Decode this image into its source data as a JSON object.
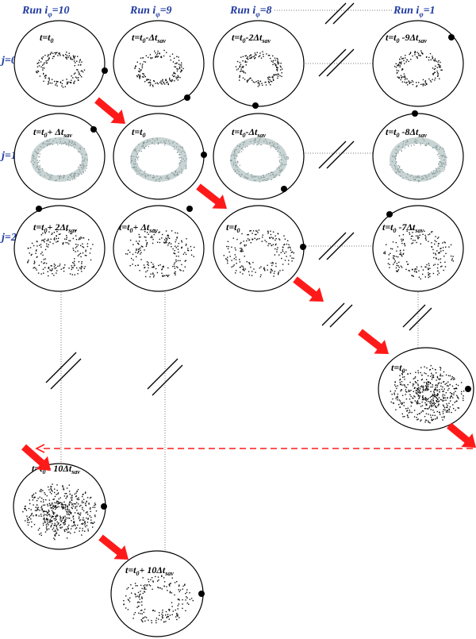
{
  "headers": [
    {
      "id": "run-10",
      "pre": "Run i",
      "sub": "φ",
      "post": "=10"
    },
    {
      "id": "run-9",
      "pre": "Run i",
      "sub": "φ",
      "post": "=9"
    },
    {
      "id": "run-8",
      "pre": "Run i",
      "sub": "φ",
      "post": "=8"
    },
    {
      "id": "run-1",
      "pre": "Run i",
      "sub": "φ",
      "post": "=1"
    }
  ],
  "rows": [
    {
      "id": "j0",
      "label": "j=0"
    },
    {
      "id": "j1",
      "label": "j=1"
    },
    {
      "id": "j2",
      "label": "j=2"
    }
  ],
  "nodes": [
    {
      "id": "r10-j0",
      "label": [
        {
          "t": "t=t"
        },
        {
          "s": "0"
        }
      ],
      "texture": "dots-ring"
    },
    {
      "id": "r9-j0",
      "label": [
        {
          "t": "t=t"
        },
        {
          "s": "0"
        },
        {
          "t": "-Δt"
        },
        {
          "s": "sav"
        }
      ],
      "texture": "dots-ring"
    },
    {
      "id": "r8-j0",
      "label": [
        {
          "t": "t=t"
        },
        {
          "s": "0"
        },
        {
          "t": "-2Δt"
        },
        {
          "s": "sav"
        }
      ],
      "texture": "dots-ring"
    },
    {
      "id": "r1-j0",
      "label": [
        {
          "t": "t=t"
        },
        {
          "s": "0"
        },
        {
          "t": " -9Δt"
        },
        {
          "s": "sav"
        }
      ],
      "texture": "dots-ring"
    },
    {
      "id": "r10-j1",
      "label": [
        {
          "t": "t=t"
        },
        {
          "s": "0"
        },
        {
          "t": "+ Δt"
        },
        {
          "s": "sav"
        }
      ],
      "texture": "soft-ring"
    },
    {
      "id": "r9-j1",
      "label": [
        {
          "t": "t=t"
        },
        {
          "s": "0"
        }
      ],
      "texture": "soft-ring"
    },
    {
      "id": "r8-j1",
      "label": [
        {
          "t": "t=t"
        },
        {
          "s": "0"
        },
        {
          "t": "-Δt"
        },
        {
          "s": "sav"
        }
      ],
      "texture": "soft-ring"
    },
    {
      "id": "r1-j1",
      "label": [
        {
          "t": "t=t"
        },
        {
          "s": "0"
        },
        {
          "t": " -8Δt"
        },
        {
          "s": "sav"
        }
      ],
      "texture": "soft-ring"
    },
    {
      "id": "r10-j2",
      "label": [
        {
          "t": "t=t"
        },
        {
          "s": "0"
        },
        {
          "t": "+ 2Δt"
        },
        {
          "s": "sav"
        }
      ],
      "texture": "sparse"
    },
    {
      "id": "r9-j2",
      "label": [
        {
          "t": "t=t"
        },
        {
          "s": "0"
        },
        {
          "t": "+ Δt"
        },
        {
          "s": "sav"
        }
      ],
      "texture": "sparse"
    },
    {
      "id": "r8-j2",
      "label": [
        {
          "t": "t=t"
        },
        {
          "s": "0"
        }
      ],
      "texture": "sparse"
    },
    {
      "id": "r1-j2",
      "label": [
        {
          "t": "t=t"
        },
        {
          "s": "0"
        },
        {
          "t": " -7Δt"
        },
        {
          "s": "sav"
        }
      ],
      "texture": "sparse"
    },
    {
      "id": "r1-jn",
      "label": [
        {
          "t": "t=t"
        },
        {
          "s": "0"
        }
      ],
      "texture": "dense"
    },
    {
      "id": "r10-jn",
      "label": [
        {
          "t": "t=t"
        },
        {
          "s": "0"
        },
        {
          "t": "+ 10Δt"
        },
        {
          "s": "sav"
        }
      ],
      "texture": "dense"
    },
    {
      "id": "r9-jn",
      "label": [
        {
          "t": "t=t"
        },
        {
          "s": "0"
        },
        {
          "t": "+ 10Δt"
        },
        {
          "s": "sav"
        }
      ],
      "texture": "sparse"
    }
  ],
  "colors": {
    "header_text": "#1f3a9e",
    "arrow": "#ff1a1a",
    "ellipse_stroke": "#000000",
    "soft_ring": "#9aaeae",
    "dots": "#111111"
  }
}
